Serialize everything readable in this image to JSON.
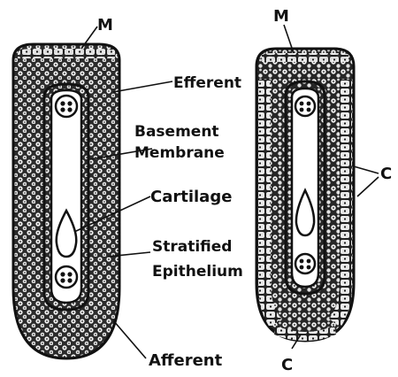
{
  "colors": {
    "ink": "#111111",
    "background": "#ffffff"
  },
  "left_section": {
    "labels": {
      "m": "M",
      "efferent": "Efferent",
      "basement_line1": "Basement",
      "basement_line2": "Membrane",
      "cartilage": "Cartilage",
      "stratified_line1": "Stratified",
      "stratified_line2": "Epithelium",
      "afferent": "Afferent"
    }
  },
  "right_section": {
    "labels": {
      "m": "M",
      "c_side": "C",
      "c_bottom": "C"
    }
  }
}
